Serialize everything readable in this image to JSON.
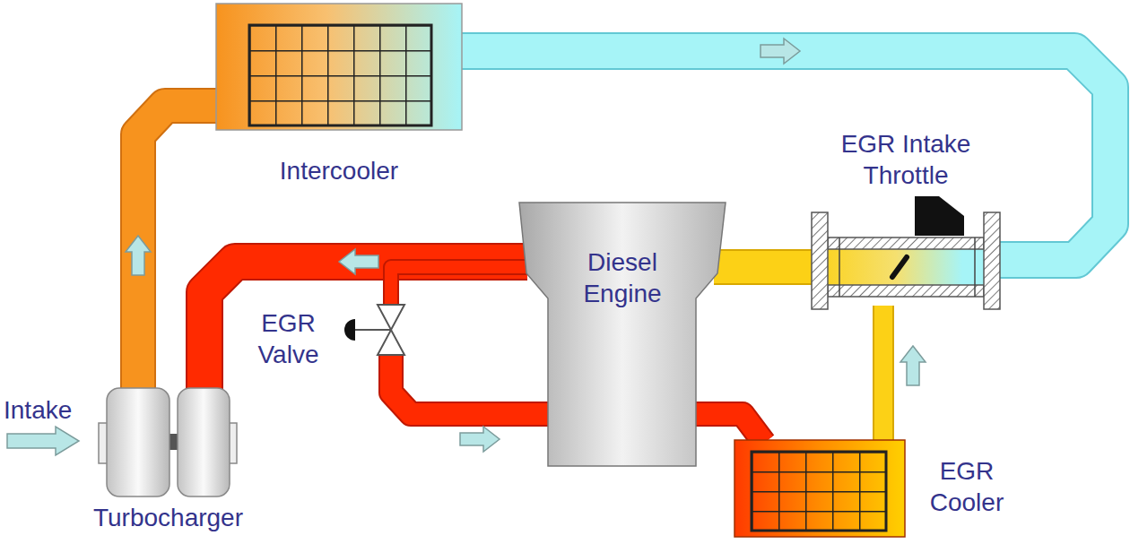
{
  "diagram": {
    "nodes": [
      {
        "text": [
          "Intercooler"
        ]
      },
      {
        "text": [
          "EGR Intake Throttle"
        ]
      },
      {
        "text": [
          "Diesel Engine"
        ]
      },
      {
        "text": [
          "EGR Valve"
        ]
      },
      {
        "text": [
          "EGR Cooler"
        ]
      },
      {
        "text": [
          "Turbocharger"
        ]
      }
    ],
    "edges": [
      {
        "from": 5,
        "to": 0,
        "arrow": "to"
      },
      {
        "from": 0,
        "to": 1,
        "arrow": "to"
      },
      {
        "from": 1,
        "to": 2,
        "arrow": "none"
      },
      {
        "from": 2,
        "to": 5,
        "arrow": "to"
      },
      {
        "from": 2,
        "to": 3,
        "arrow": "none"
      },
      {
        "from": 3,
        "to": 4,
        "arrow": "to"
      },
      {
        "from": 4,
        "to": 1,
        "arrow": "to"
      }
    ],
    "labels": [
      "Intake"
    ]
  }
}
